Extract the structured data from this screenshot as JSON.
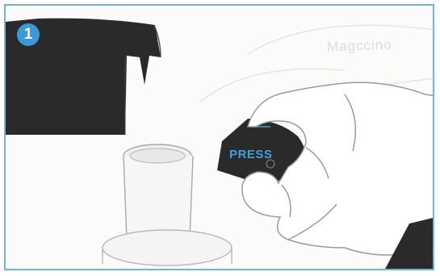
{
  "step": {
    "number": "1",
    "badge_color": "#3a9ad9"
  },
  "illustration": {
    "press_label": "PRESS",
    "press_label_color": "#3fa0e0",
    "background_text": "Magccino",
    "frame_color": "#6fb5d9",
    "appliance_color": "#2a2a2a",
    "line_color": "#9a9a9a"
  }
}
